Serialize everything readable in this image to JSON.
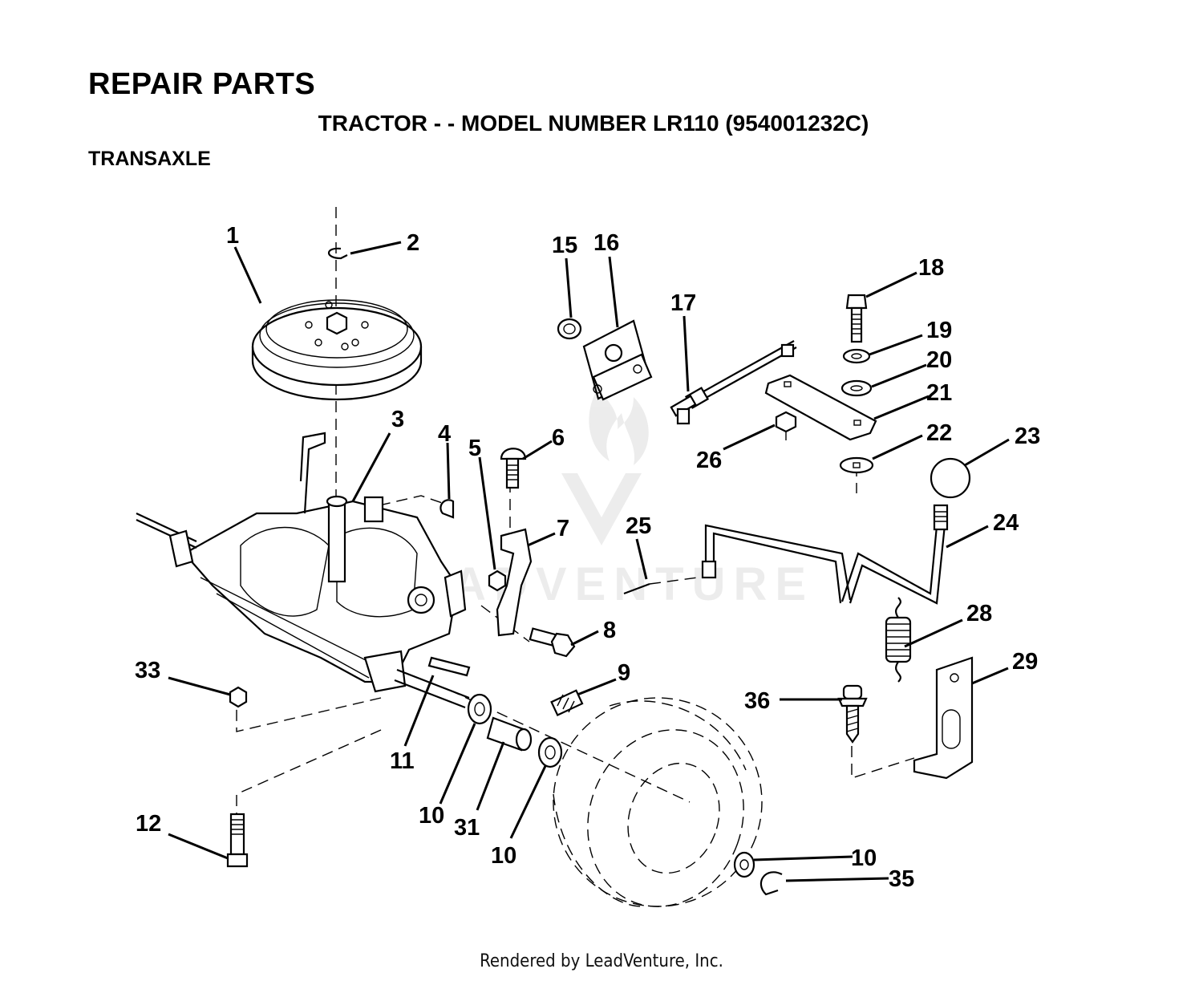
{
  "header": {
    "title": "REPAIR PARTS",
    "subtitle": "TRACTOR - - MODEL NUMBER LR110 (954001232C)",
    "section": "TRANSAXLE"
  },
  "watermark": {
    "text": "LEADVENTURE",
    "logo": "leadventure-flame-logo"
  },
  "callouts": [
    {
      "id": "c1",
      "label": "1"
    },
    {
      "id": "c2",
      "label": "2"
    },
    {
      "id": "c3",
      "label": "3"
    },
    {
      "id": "c4",
      "label": "4"
    },
    {
      "id": "c5",
      "label": "5"
    },
    {
      "id": "c6",
      "label": "6"
    },
    {
      "id": "c7",
      "label": "7"
    },
    {
      "id": "c8",
      "label": "8"
    },
    {
      "id": "c9",
      "label": "9"
    },
    {
      "id": "c10a",
      "label": "10"
    },
    {
      "id": "c10b",
      "label": "10"
    },
    {
      "id": "c10c",
      "label": "10"
    },
    {
      "id": "c11",
      "label": "11"
    },
    {
      "id": "c12",
      "label": "12"
    },
    {
      "id": "c15",
      "label": "15"
    },
    {
      "id": "c16",
      "label": "16"
    },
    {
      "id": "c17",
      "label": "17"
    },
    {
      "id": "c18",
      "label": "18"
    },
    {
      "id": "c19",
      "label": "19"
    },
    {
      "id": "c20",
      "label": "20"
    },
    {
      "id": "c21",
      "label": "21"
    },
    {
      "id": "c22",
      "label": "22"
    },
    {
      "id": "c23",
      "label": "23"
    },
    {
      "id": "c24",
      "label": "24"
    },
    {
      "id": "c25",
      "label": "25"
    },
    {
      "id": "c26",
      "label": "26"
    },
    {
      "id": "c28",
      "label": "28"
    },
    {
      "id": "c29",
      "label": "29"
    },
    {
      "id": "c31",
      "label": "31"
    },
    {
      "id": "c33",
      "label": "33"
    },
    {
      "id": "c35",
      "label": "35"
    },
    {
      "id": "c36",
      "label": "36"
    }
  ],
  "footer": {
    "text": "Rendered by LeadVenture, Inc."
  }
}
